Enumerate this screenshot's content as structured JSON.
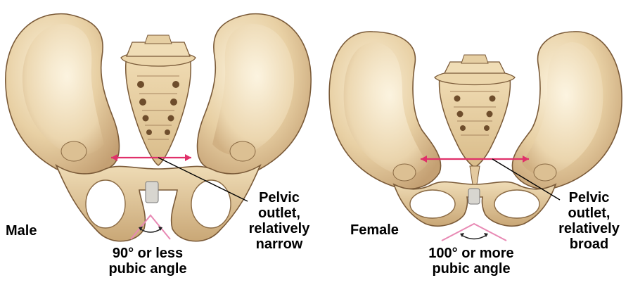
{
  "male": {
    "sex_label": "Male",
    "outlet_line1": "Pelvic",
    "outlet_line2": "outlet,",
    "outlet_line3": "relatively",
    "outlet_line4": "narrow",
    "angle_line1": "90° or less",
    "angle_line2": "pubic angle"
  },
  "female": {
    "sex_label": "Female",
    "outlet_line1": "Pelvic",
    "outlet_line2": "outlet,",
    "outlet_line3": "relatively",
    "outlet_line4": "broad",
    "angle_line1": "100° or more",
    "angle_line2": "pubic angle"
  },
  "colors": {
    "bone_light": "#f4e6c6",
    "bone_mid": "#e2c899",
    "bone_shadow": "#b89568",
    "bone_dark": "#7a5a38",
    "measure_line": "#e0306a",
    "angle_line": "#e889b4"
  }
}
